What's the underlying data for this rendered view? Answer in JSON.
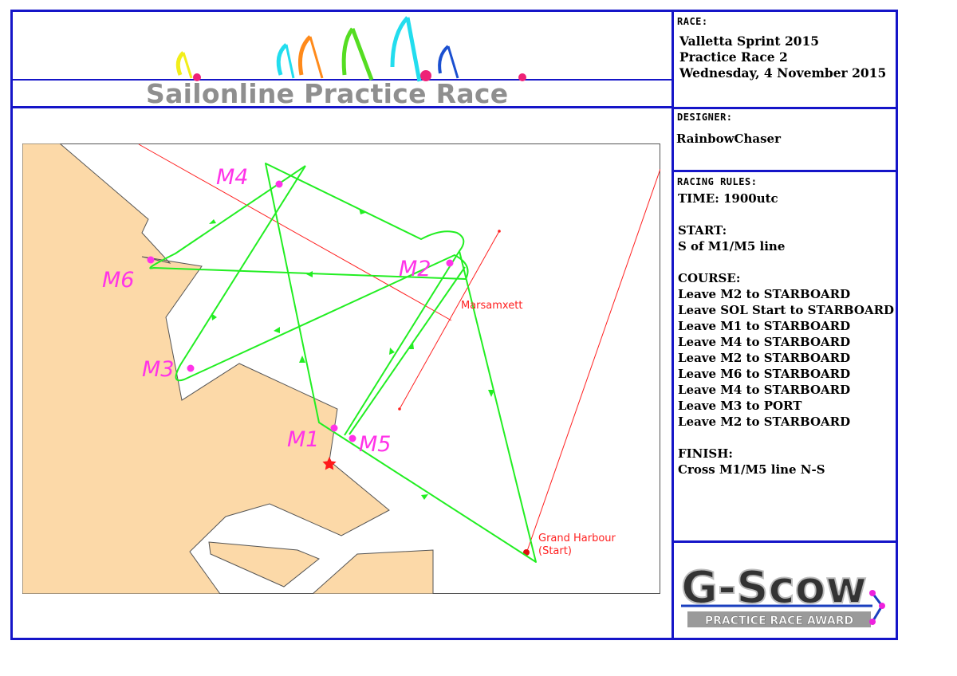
{
  "banner": {
    "title": "Sailonline Practice Race"
  },
  "race": {
    "label": "RACE:",
    "lines": [
      "Valletta Sprint  2015",
      "Practice Race 2",
      "Wednesday, 4 November 2015"
    ]
  },
  "designer": {
    "label": "DESIGNER:",
    "name": "RainbowChaser"
  },
  "rules": {
    "label": "RACING RULES:",
    "lines": [
      "TIME: 1900utc",
      "",
      "START:",
      "S of M1/M5 line",
      "",
      "COURSE:",
      "Leave M2 to STARBOARD",
      "Leave SOL Start to STARBOARD",
      "Leave M1 to STARBOARD",
      "Leave M4 to STARBOARD",
      "Leave M2 to STARBOARD",
      "Leave M6 to STARBOARD",
      "Leave M4 to STARBOARD",
      "Leave M3 to PORT",
      "Leave M2 to STARBOARD",
      "",
      "FINISH:",
      "Cross M1/M5 line N-S"
    ]
  },
  "award": {
    "logo_text": "G-Scow",
    "subtitle": "PRACTICE RACE AWARD"
  },
  "map": {
    "marks": [
      "M1",
      "M2",
      "M3",
      "M4",
      "M5",
      "M6"
    ],
    "places": {
      "marsamxett": "Marsamxett",
      "grand_harbour": "Grand Harbour",
      "grand_harbour_sub": "(Start)"
    },
    "colors": {
      "land": "#fcd9a8",
      "course": "#22ee22",
      "marks": "#ff33e8",
      "gates": "#ff2020",
      "frame": "#1515c8"
    }
  }
}
